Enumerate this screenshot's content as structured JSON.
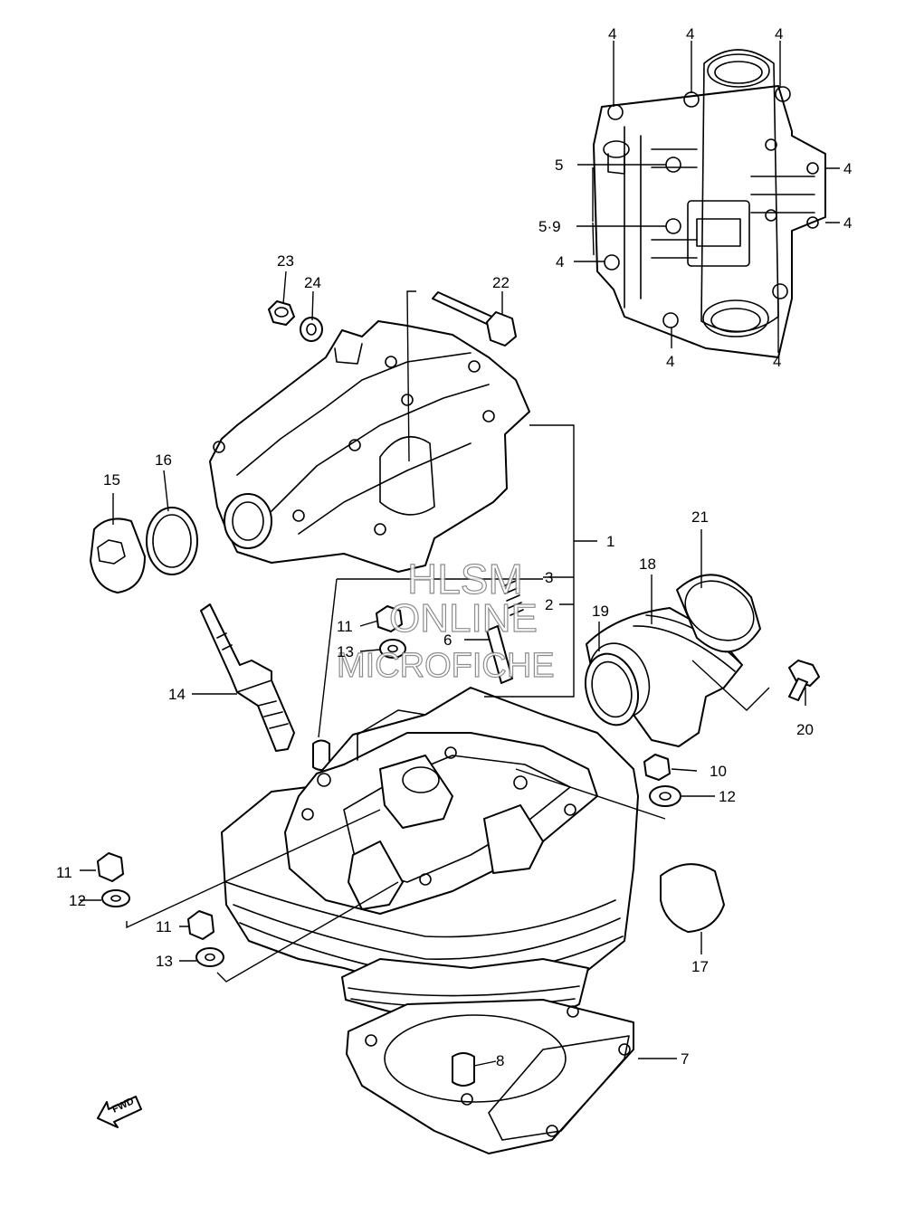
{
  "callouts": {
    "c1": "1",
    "c2": "2",
    "c3": "3",
    "c4a": "4",
    "c4b": "4",
    "c4c": "4",
    "c4d": "4",
    "c4e": "4",
    "c4f": "4",
    "c4g": "4",
    "c4h": "4",
    "c5": "5",
    "c5_9": "5·9",
    "c6": "6",
    "c7": "7",
    "c8": "8",
    "c10": "10",
    "c11a": "11",
    "c11b": "11",
    "c11c": "11",
    "c12a": "12",
    "c12b": "12",
    "c13a": "13",
    "c13b": "13",
    "c14": "14",
    "c15": "15",
    "c16": "16",
    "c17": "17",
    "c18": "18",
    "c19": "19",
    "c20": "20",
    "c21": "21",
    "c22": "22",
    "c23": "23",
    "c24": "24"
  },
  "watermark": {
    "line1": "HLSM",
    "line2": "ONLINE",
    "line3": "MICROFICHE"
  },
  "fwd_label": "FWD"
}
